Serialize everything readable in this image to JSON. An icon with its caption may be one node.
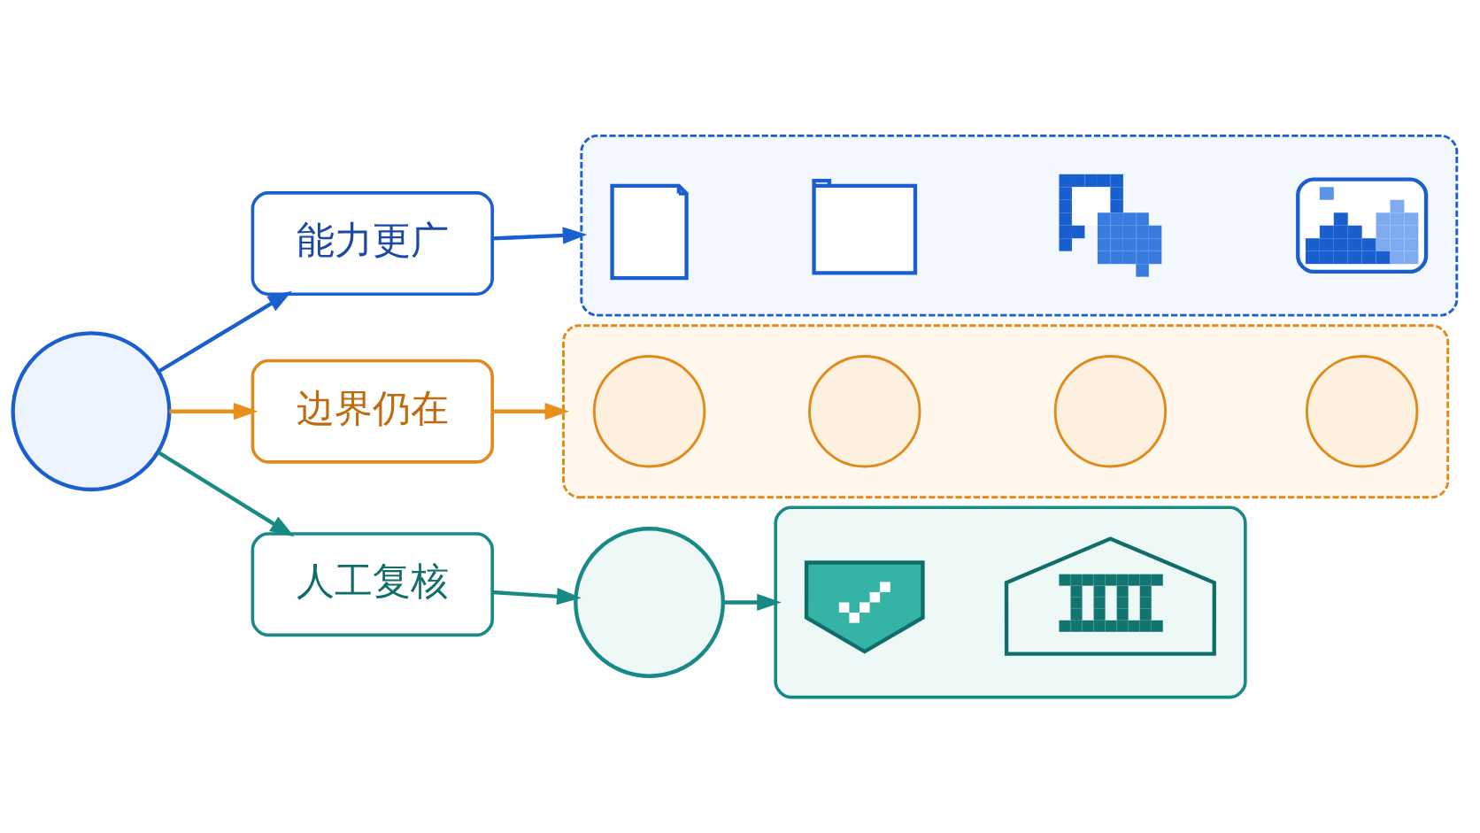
{
  "diagram": {
    "nodes": [
      {
        "text": [],
        "shape": "circle"
      },
      {
        "text": [
          "能力更广"
        ]
      },
      {
        "text": [],
        "shape": "box"
      },
      {
        "text": [],
        "shape": "picture",
        "in": 2
      },
      {
        "text": [],
        "shape": "picture",
        "in": 2
      },
      {
        "text": [],
        "shape": "picture",
        "in": 2
      },
      {
        "text": [],
        "shape": "picture",
        "in": 2
      },
      {
        "text": [
          "边界仍在"
        ]
      },
      {
        "text": [],
        "shape": "box"
      },
      {
        "text": [],
        "shape": "circle",
        "in": 8
      },
      {
        "text": [],
        "shape": "circle",
        "in": 8
      },
      {
        "text": [],
        "shape": "circle",
        "in": 8
      },
      {
        "text": [],
        "shape": "circle",
        "in": 8
      },
      {
        "text": [
          "人工复核"
        ]
      },
      {
        "text": [],
        "shape": "circle"
      },
      {
        "text": [],
        "shape": "box"
      },
      {
        "text": [],
        "shape": "picture",
        "in": 15
      },
      {
        "text": [],
        "shape": "picture",
        "in": 15
      }
    ],
    "edges": [
      {
        "from": 0,
        "to": 1,
        "arrow": "to",
        "color": "#1a5fd0"
      },
      {
        "from": 1,
        "to": 2,
        "arrow": "to",
        "color": "#1a5fd0"
      },
      {
        "from": 0,
        "to": 7,
        "arrow": "to",
        "color": "#e8901a"
      },
      {
        "from": 7,
        "to": 8,
        "arrow": "to",
        "color": "#e8901a"
      },
      {
        "from": 0,
        "to": 13,
        "arrow": "to",
        "color": "#178a85"
      },
      {
        "from": 13,
        "to": 14,
        "arrow": "to",
        "color": "#178a85"
      },
      {
        "from": 14,
        "to": 15,
        "arrow": "to",
        "color": "#178a85"
      }
    ]
  }
}
